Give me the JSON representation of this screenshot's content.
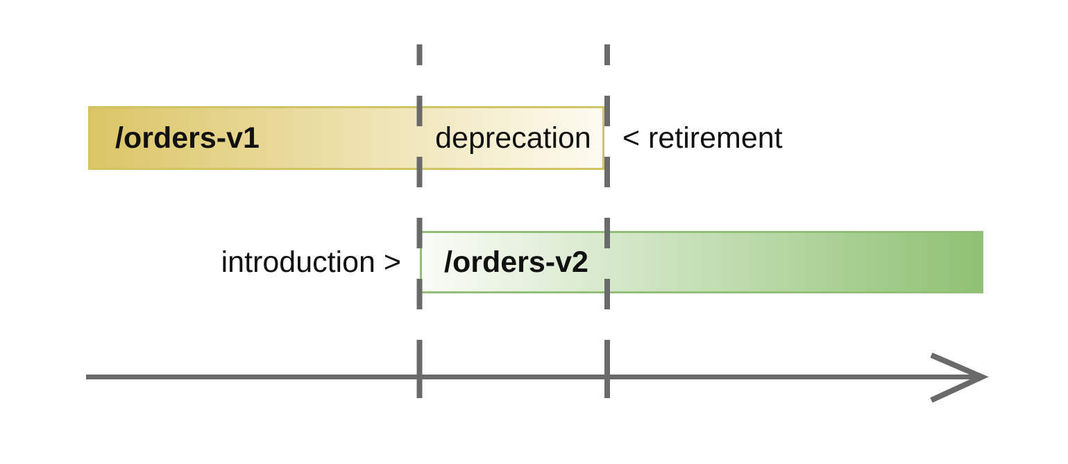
{
  "labels": {
    "orders_v1": "/orders-v1",
    "deprecation": "deprecation",
    "retirement": "< retirement",
    "introduction": "introduction >",
    "orders_v2": "/orders-v2"
  },
  "colors": {
    "v1_fill_left": "#dbc566",
    "v1_fill_right": "#fdfbf0",
    "v1_border": "#d2c365",
    "v2_fill_left": "#fafcf7",
    "v2_fill_right": "#8fc173",
    "v2_border": "#92c076",
    "axis_gray": "#6a6a6a",
    "text_color": "#111111"
  },
  "timeline": {
    "description_of_visuals": {
      "v1_bar": "gold-to-white gradient bar from start until retirement marker",
      "v2_bar": "white-to-green gradient bar from introduction marker to end",
      "markers": "two vertical gray dashed lines crossing both bar rows and ticking the time axis",
      "axis": "horizontal gray arrow pointing right"
    }
  }
}
